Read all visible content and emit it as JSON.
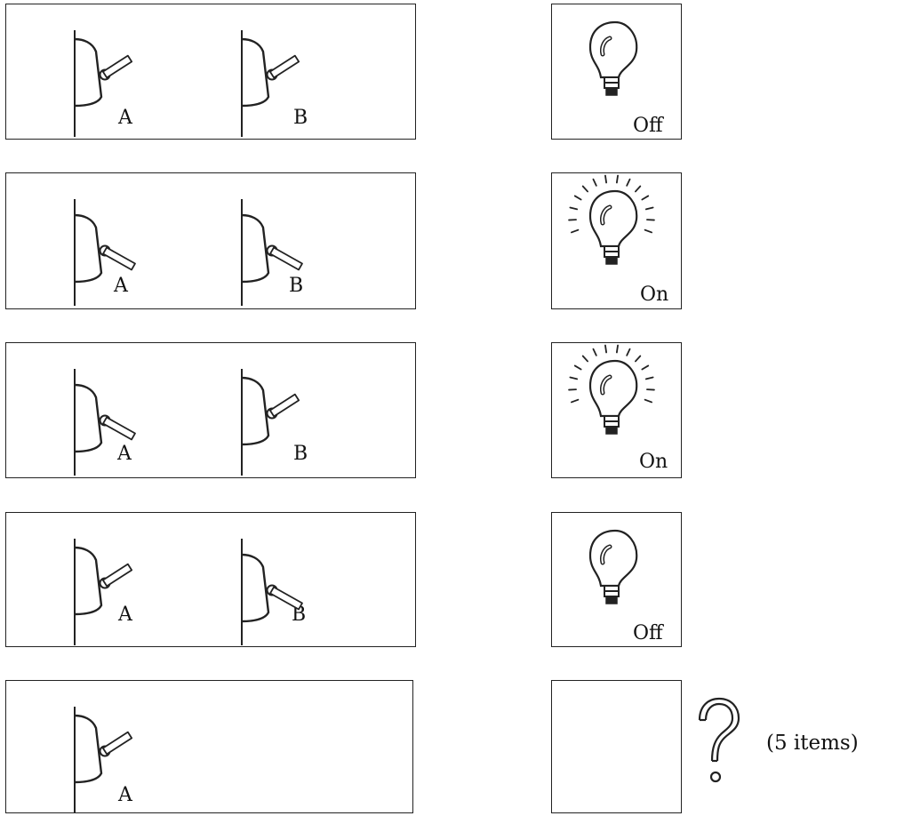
{
  "rows": [
    {
      "switches": [
        {
          "label": "A",
          "state": "up"
        },
        {
          "label": "B",
          "state": "up"
        }
      ],
      "light": "Off"
    },
    {
      "switches": [
        {
          "label": "A",
          "state": "down"
        },
        {
          "label": "B",
          "state": "down"
        }
      ],
      "light": "On"
    },
    {
      "switches": [
        {
          "label": "A",
          "state": "down"
        },
        {
          "label": "B",
          "state": "up"
        }
      ],
      "light": "On"
    },
    {
      "switches": [
        {
          "label": "A",
          "state": "up"
        },
        {
          "label": "B",
          "state": "down"
        }
      ],
      "light": "Off"
    },
    {
      "switches": [
        {
          "label": "A",
          "state": "up"
        }
      ],
      "light": ""
    }
  ],
  "question_icon": "question-mark-icon",
  "note": "(5 items)"
}
